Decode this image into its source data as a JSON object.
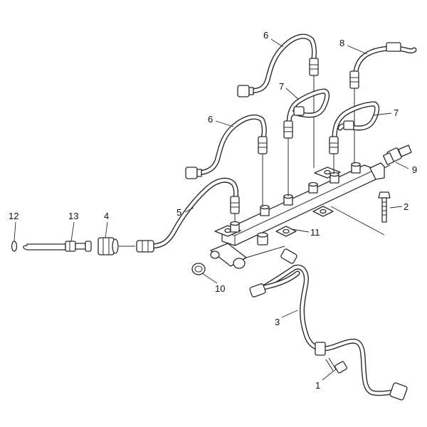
{
  "callouts": {
    "c1": "1",
    "c2": "2",
    "c3": "3",
    "c4": "4",
    "c5": "5",
    "c6a": "6",
    "c6b": "6",
    "c7a": "7",
    "c7b": "7",
    "c8": "8",
    "c9": "9",
    "c10": "10",
    "c11": "11",
    "c12": "12",
    "c13": "13"
  },
  "colors": {
    "line": "#2b2b2b",
    "background": "#ffffff"
  }
}
